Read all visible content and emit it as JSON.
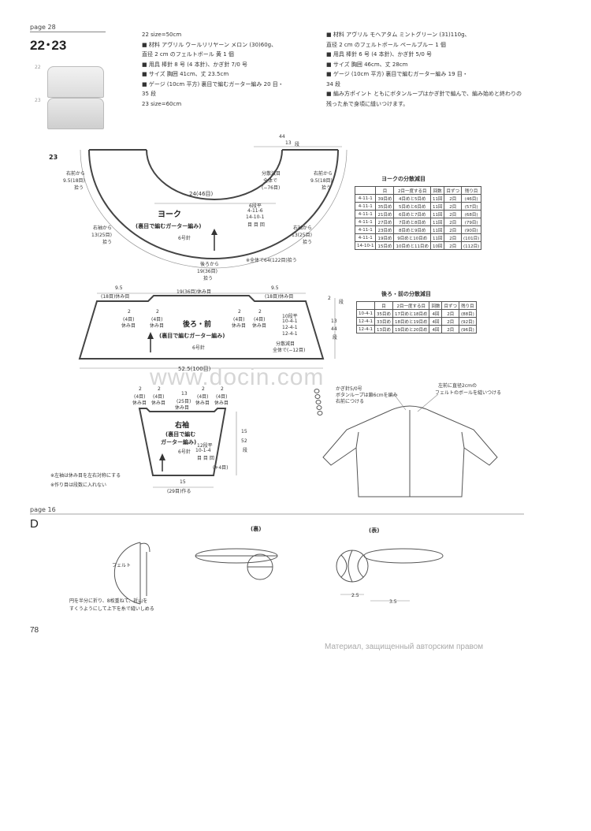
{
  "header": {
    "page_ref": "page 28",
    "title": "22･23",
    "thumb_22": "22",
    "thumb_23": "23"
  },
  "spec_left": [
    "22  size=50cm",
    "■ 材料  アヴリル  ウールリリヤーン  メロン (30)60g、",
    "直径 2 cm のフェルトボール  黄 1 個",
    "■ 用具  棒針 8 号 (4 本針)、かぎ針 7/0 号",
    "■ サイズ  胸囲 41cm、丈 23.5cm",
    "■ ゲージ (10cm 平方)  裏目で編むガーター編み 20 目・",
    "35 段",
    "23  size=60cm"
  ],
  "spec_right": [
    "■ 材料  アヴリル  モヘアタム  ミントグリーン (31)110g、",
    "直径 2 cm のフェルトボール  ペールブルー 1 個",
    "■ 用具  棒針 6 号 (4 本針)、かぎ針 5/0 号",
    "■ サイズ  胸囲 46cm、丈 28cm",
    "■ ゲージ (10cm 平方)  裏目で編むガーター編み 19 目・",
    "34 段",
    "■ 編み方ポイント  ともにボタンループはかぎ針で編んで、編み始めと終わりの残った糸で身頃に縫いつけます。"
  ],
  "section23": {
    "label": "23",
    "yoke": {
      "name": "ヨーク",
      "method": "(裏目で編むガーター編み)",
      "needle": "6号針",
      "width_top": "24(46目)",
      "right_top_a": "13",
      "right_top_b": "44",
      "right_top_c": "段",
      "left_front_1": "右前から",
      "left_front_2": "9.5(18目)",
      "left_front_3": "拾う",
      "right_front_1": "右前から",
      "right_front_2": "9.5(18目)",
      "right_front_3": "拾う",
      "left_sleeve_1": "右袖から",
      "left_sleeve_2": "13(25目)",
      "left_sleeve_3": "拾う",
      "right_sleeve_1": "右袖から",
      "right_sleeve_2": "13(25目)",
      "right_sleeve_3": "拾う",
      "dec_1": "分散減目",
      "dec_2": "全体で",
      "dec_3": "(−76目)",
      "rows_1": "6段平",
      "rows_2": "4-11-6",
      "rows_3": "14-10-1",
      "rows_4": "目 目 回",
      "back_1": "後ろから",
      "back_2": "19(36目)",
      "back_3": "拾う",
      "total": "※全体で64(122目)拾う"
    },
    "yoke_table": {
      "title": "ヨークの分散減目",
      "head": [
        "",
        "目",
        "2目一度する目",
        "回数",
        "目ずつ",
        "残り目"
      ],
      "rows": [
        [
          "4-11-1",
          "39目め",
          "4目めと5目め",
          "11回",
          "2目",
          "(46目)"
        ],
        [
          "4-11-1",
          "35目め",
          "5目めと6目め",
          "11回",
          "2目",
          "(57目)"
        ],
        [
          "4-11-1",
          "21目め",
          "6目めと7目め",
          "11回",
          "2目",
          "(68目)"
        ],
        [
          "4-11-1",
          "27目め",
          "7目めと8目め",
          "11回",
          "2目",
          "(79目)"
        ],
        [
          "4-11-1",
          "23目め",
          "8目めと9目め",
          "11回",
          "2目",
          "(90目)"
        ],
        [
          "4-11-1",
          "19目め",
          "9目めと10目め",
          "11回",
          "2目",
          "(101目)"
        ],
        [
          "14-10-1",
          "15目め",
          "10目めと11目め",
          "10回",
          "2目",
          "(112目)"
        ]
      ]
    },
    "body": {
      "name": "後ろ・前",
      "method": "(裏目で編むガーター編み)",
      "needle": "6号針",
      "top_left_a": "9.5",
      "top_left_b": "(18目)休み目",
      "top_mid": "19(36目)休み目",
      "top_right_a": "9.5",
      "top_right_b": "(18目)休み目",
      "rest_num": "2",
      "rest_sts": "(4目)",
      "rest_lbl": "休み目",
      "side_a": "2",
      "side_b": "段",
      "side_c": "13",
      "side_d": "44",
      "side_e": "段",
      "rows_1": "10段平",
      "rows_2": "10-4-1",
      "rows_3": "12-4-1",
      "rows_4": "12-4-1",
      "dec_1": "分散減目",
      "dec_2": "全体で(−12目)",
      "bottom": "52.5(100目)"
    },
    "body_table": {
      "title": "後ろ・前の分散減目",
      "head": [
        "",
        "目",
        "2目一度する目",
        "回数",
        "目ずつ",
        "残り目"
      ],
      "rows": [
        [
          "10-4-1",
          "35目め",
          "17目めと18目め",
          "4回",
          "2目",
          "(88目)"
        ],
        [
          "12-4-1",
          "33目め",
          "18目めと19目め",
          "4回",
          "2目",
          "(92目)"
        ],
        [
          "12-4-1",
          "13目め",
          "19目めと20目め",
          "4回",
          "2目",
          "(96目)"
        ]
      ]
    },
    "sleeve": {
      "name": "右袖",
      "method_1": "(裏目で編む",
      "method_2": "ガーター編み)",
      "needle": "6号針",
      "top_1": "2",
      "top_2": "(4目)",
      "top_3": "休み目",
      "top_mid_a": "13",
      "top_mid_b": "(25目)",
      "top_mid_c": "休み目",
      "rows_1": "12段平",
      "rows_2": "10-1-4",
      "rows_3": "目 目 回",
      "plus": "(+4目)",
      "side_a": "15",
      "side_b": "52",
      "side_c": "段",
      "bottom_a": "15",
      "bottom_b": "(29目)作る"
    },
    "notes": [
      "※左袖は休み目を左右対称にする",
      "※作り目は段数に入れない"
    ],
    "garment": {
      "loop_note_1": "かぎ針5/0号",
      "loop_note_2": "ボタンループは鎖6cmを編み",
      "loop_note_3": "右前につける",
      "ball_note_1": "左前に直径2cmの",
      "ball_note_2": "フェルトのボールを縫いつける"
    }
  },
  "watermark": "www.docin.com",
  "sectionD": {
    "page_ref": "page 16",
    "label": "D",
    "reverse": "(裏)",
    "front": "(表)",
    "felt": "フェルト",
    "instr_1": "円を半分に折り、8枚重ねて、折山を",
    "instr_2": "すくうようにして上下を糸で縫いしめる",
    "dim_a": "2.5",
    "dim_b": "3.5"
  },
  "footer": {
    "page_number": "78",
    "copyright": "Материал, защищенный авторским правом"
  }
}
